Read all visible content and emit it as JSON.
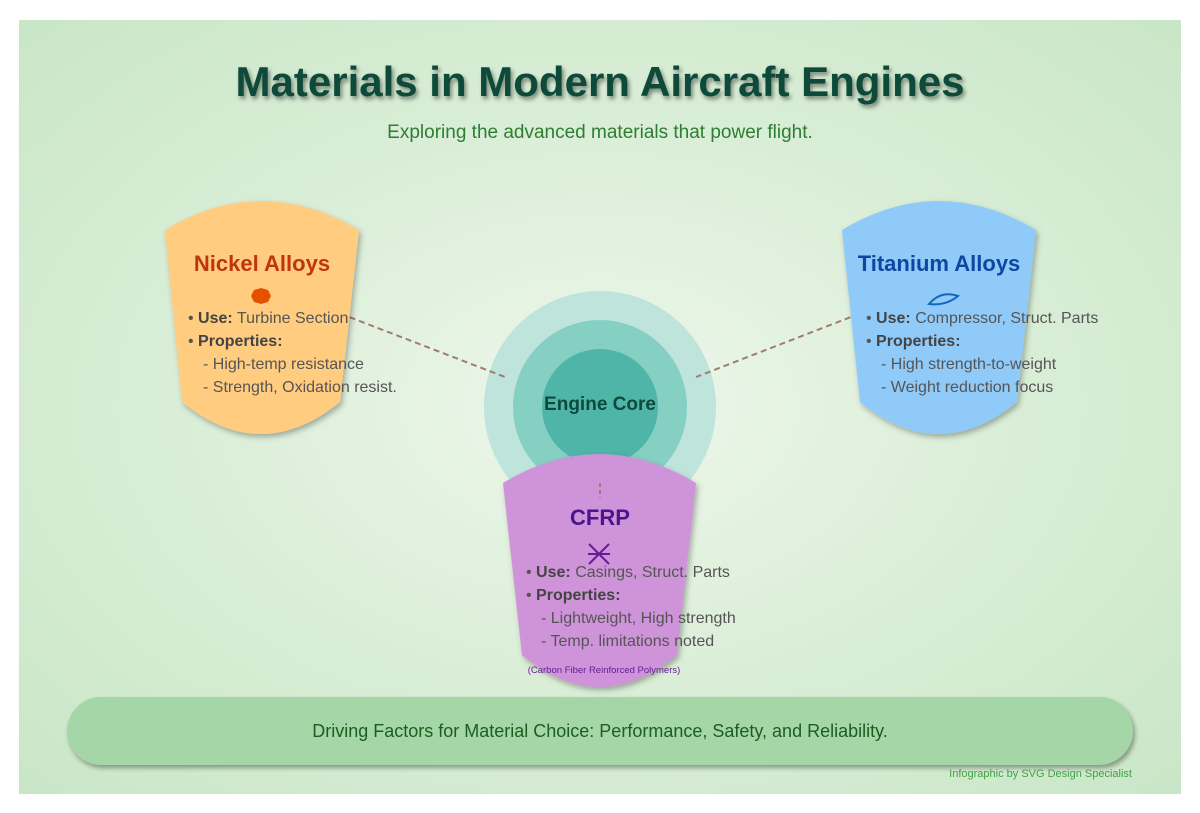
{
  "title": "Materials in Modern Aircraft Engines",
  "subtitle": "Exploring the advanced materials that power flight.",
  "core": {
    "label": "Engine Core"
  },
  "cards": {
    "nickel": {
      "title": "Nickel Alloys",
      "icon": "flame-icon",
      "color": "#ffcc80",
      "title_color": "#bf360c",
      "use_label": "Use:",
      "use_value": "Turbine Section",
      "properties_label": "Properties:",
      "properties": [
        "- High-temp resistance",
        "- Strength, Oxidation resist."
      ]
    },
    "titanium": {
      "title": "Titanium Alloys",
      "icon": "blade-icon",
      "color": "#90caf9",
      "title_color": "#0d47a1",
      "use_label": "Use:",
      "use_value": "Compressor, Struct. Parts",
      "properties_label": "Properties:",
      "properties": [
        "- High strength-to-weight",
        "- Weight reduction focus"
      ]
    },
    "cfrp": {
      "title": "CFRP",
      "icon": "fiber-weave-icon",
      "color": "#ce93d8",
      "title_color": "#4a148c",
      "use_label": "Use:",
      "use_value": "Casings, Struct. Parts",
      "properties_label": "Properties:",
      "properties": [
        "- Lightweight, High strength",
        "- Temp. limitations noted"
      ],
      "footnote": "(Carbon Fiber Reinforced Polymers)"
    }
  },
  "banner": {
    "text": "Driving Factors for Material Choice: Performance, Safety, and Reliability."
  },
  "credit": "Infographic by SVG Design Specialist"
}
